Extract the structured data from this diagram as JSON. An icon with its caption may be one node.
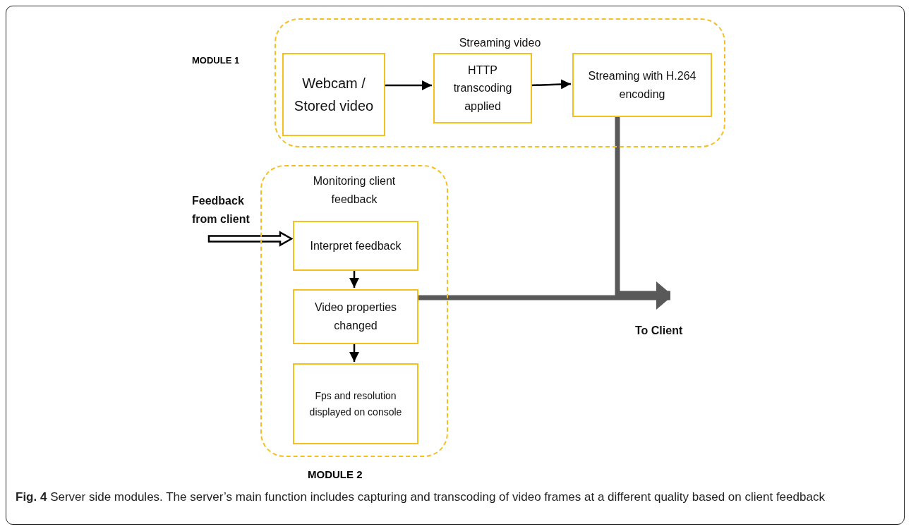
{
  "diagram": {
    "caption": "**Fig. 4** Server side modules. The server’s main function includes capturing and transcoding of video frames at a different quality based on client feedback",
    "nodes": [
      {
        "text": [
          "Streaming video"
        ]
      },
      {
        "text": [
          "Webcam / Stored video"
        ],
        "in": 0
      },
      {
        "text": [
          "HTTP transcoding applied"
        ],
        "in": 0
      },
      {
        "text": [
          "Streaming with H.264 encoding"
        ],
        "in": 0
      },
      {
        "text": [
          "Monitoring client feedback"
        ]
      },
      {
        "text": [
          "Interpret feedback"
        ],
        "in": 4
      },
      {
        "text": [
          "Video properties changed"
        ],
        "in": 4
      },
      {
        "text": [
          "Fps and resolution displayed on console"
        ],
        "in": 4
      },
      {
        "text": [
          "Feedback from client"
        ]
      },
      {
        "text": [
          "To Client"
        ]
      }
    ],
    "edges": [
      {
        "from": 1,
        "to": 2,
        "arrow": "to"
      },
      {
        "from": 2,
        "to": 3,
        "arrow": "to"
      },
      {
        "from": 8,
        "to": 5,
        "arrow": "to",
        "style": "thick"
      },
      {
        "from": 5,
        "to": 6,
        "arrow": "to"
      },
      {
        "from": 6,
        "to": 7,
        "arrow": "to"
      },
      {
        "from": 3,
        "to": 9,
        "arrow": "to",
        "style": "thick",
        "color": "#595959"
      },
      {
        "from": 6,
        "to": 9,
        "arrow": "to",
        "style": "thick",
        "color": "#595959"
      }
    ],
    "labels": [
      "MODULE 1",
      "MODULE 2"
    ]
  }
}
